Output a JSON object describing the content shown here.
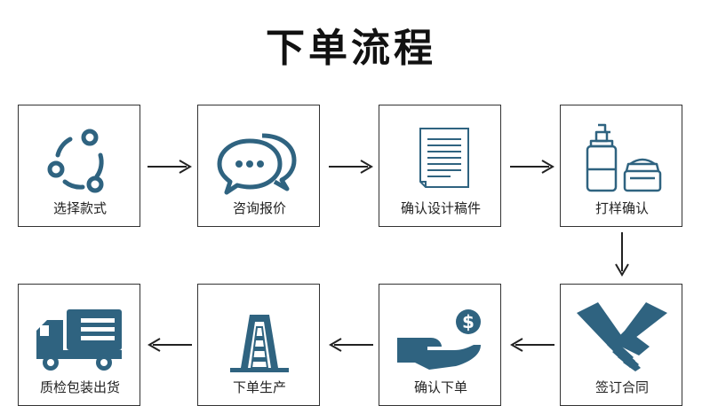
{
  "title": "下单流程",
  "colors": {
    "accent": "#2f6380",
    "border": "#333333",
    "arrow": "#222222"
  },
  "steps": [
    {
      "label": "选择款式",
      "icon": "cycle-dots-icon"
    },
    {
      "label": "咨询报价",
      "icon": "chat-bubbles-icon"
    },
    {
      "label": "确认设计稿件",
      "icon": "document-icon"
    },
    {
      "label": "打样确认",
      "icon": "cosmetic-bottles-icon"
    },
    {
      "label": "签订合同",
      "icon": "handshake-icon"
    },
    {
      "label": "确认下单",
      "icon": "hand-dollar-icon"
    },
    {
      "label": "下单生产",
      "icon": "factory-icon"
    },
    {
      "label": "质检包装出货",
      "icon": "delivery-truck-icon"
    }
  ]
}
